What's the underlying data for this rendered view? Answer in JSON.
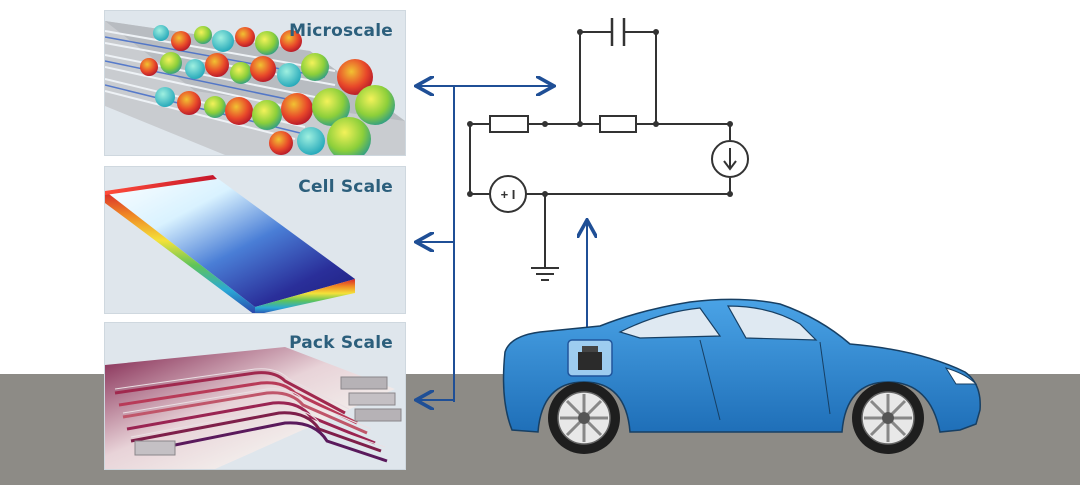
{
  "panels": [
    {
      "label": "Microscale"
    },
    {
      "label": "Cell Scale"
    },
    {
      "label": "Pack Scale"
    }
  ],
  "circuit": {
    "voltage_source_label": "+ I"
  },
  "colors": {
    "arrow": "#1f4f96",
    "wire": "#333333",
    "car_body": "#2f86cf",
    "ground": "#8d8b86",
    "label": "#2c5f7c"
  }
}
